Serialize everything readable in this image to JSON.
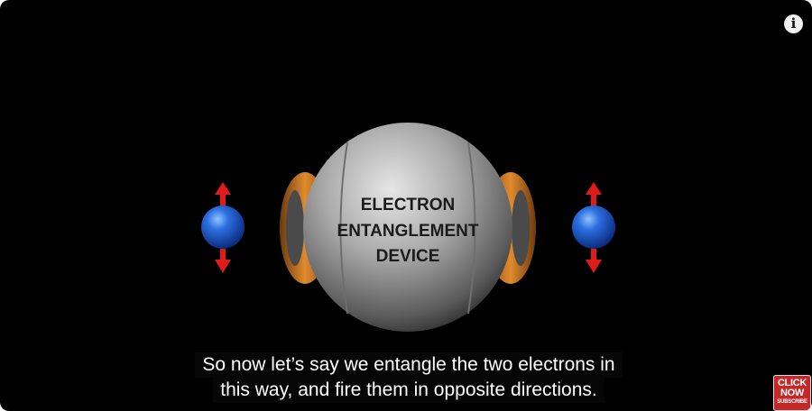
{
  "video": {
    "device_label": [
      "ELECTRON",
      "ENTANGLEMENT",
      "DEVICE"
    ],
    "captions": [
      "So now let’s say we entangle the two electrons in",
      "this way, and fire them in opposite directions."
    ],
    "info_icon": "i",
    "subscribe_badge": [
      "CLICK",
      "NOW",
      "SUBSCRIBE"
    ]
  },
  "icons": {
    "info": "info-circle-icon",
    "spin_up": "arrow-up-icon",
    "spin_down": "arrow-down-icon"
  },
  "colors": {
    "background": "#000000",
    "electron": "#2b6fe0",
    "spin_arrow": "#e01b1b",
    "device_metal": "#9c9c9c",
    "device_ring": "#d9822b",
    "badge": "#c62828"
  }
}
